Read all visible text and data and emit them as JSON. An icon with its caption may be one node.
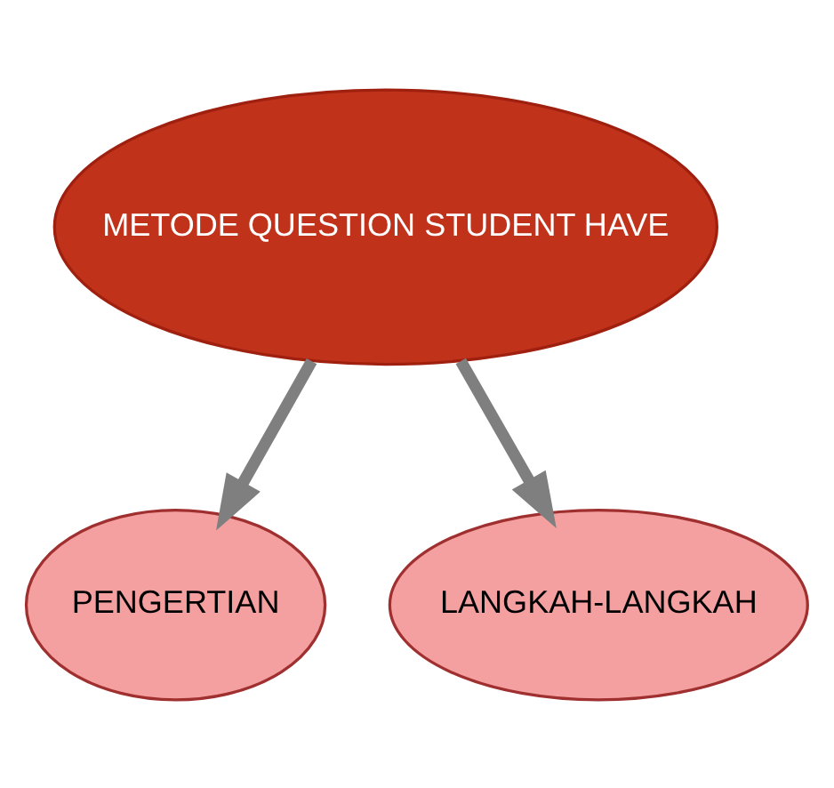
{
  "diagram": {
    "nodes": [
      {
        "text": [
          "METODE QUESTION STUDENT HAVE"
        ]
      },
      {
        "text": [
          "PENGERTIAN"
        ]
      },
      {
        "text": [
          "LANGKAH-LANGKAH"
        ]
      }
    ],
    "edges": [
      {
        "from": 0,
        "to": 1,
        "arrow": "to"
      },
      {
        "from": 0,
        "to": 2,
        "arrow": "to"
      }
    ]
  }
}
